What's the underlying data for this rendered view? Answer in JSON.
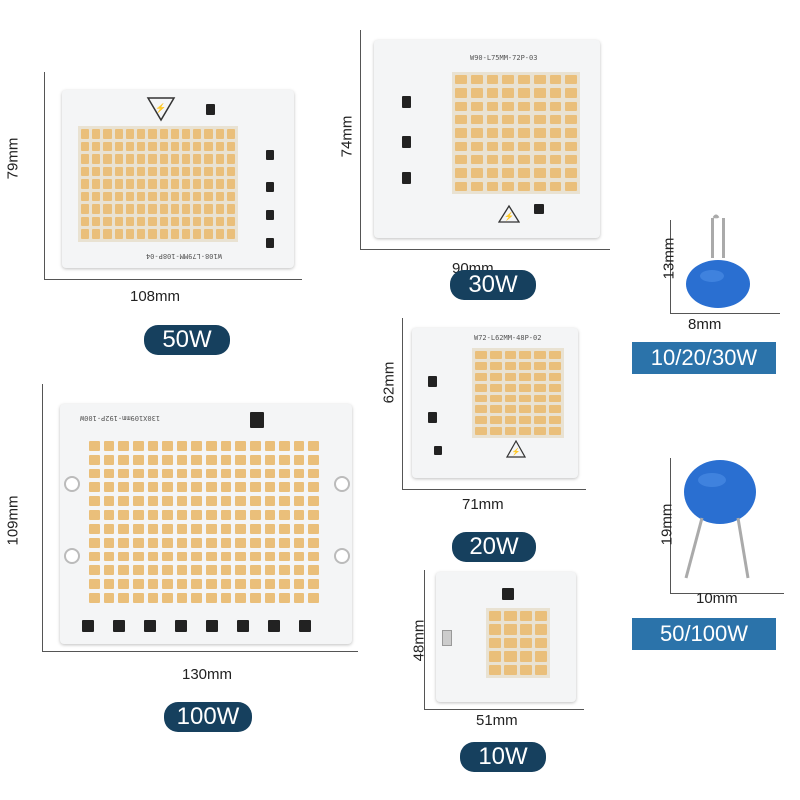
{
  "modules": {
    "w50": {
      "width_label": "108mm",
      "height_label": "79mm",
      "power_label": "50W",
      "silk_text": "W108-L79MM-108P-04"
    },
    "w30": {
      "width_label": "90mm",
      "height_label": "74mm",
      "power_label": "30W",
      "silk_text": "W90-L75MM-72P-03"
    },
    "w20": {
      "width_label": "71mm",
      "height_label": "62mm",
      "power_label": "20W",
      "silk_text": "W72-L62MM-48P-02"
    },
    "w100": {
      "width_label": "130mm",
      "height_label": "109mm",
      "power_label": "100W",
      "silk_text": "130X109mm-192P-100W"
    },
    "w10": {
      "width_label": "51mm",
      "height_label": "48mm",
      "power_label": "10W"
    }
  },
  "varistors": {
    "small": {
      "width_label": "8mm",
      "height_label": "13mm",
      "caption": "10/20/30W"
    },
    "large": {
      "width_label": "10mm",
      "height_label": "19mm",
      "caption": "50/100W"
    }
  },
  "colors": {
    "pill_bg": "#16405e",
    "caption_bg": "#2b73aa",
    "led": "#eabf7a",
    "varistor": "#2a6fd1"
  }
}
